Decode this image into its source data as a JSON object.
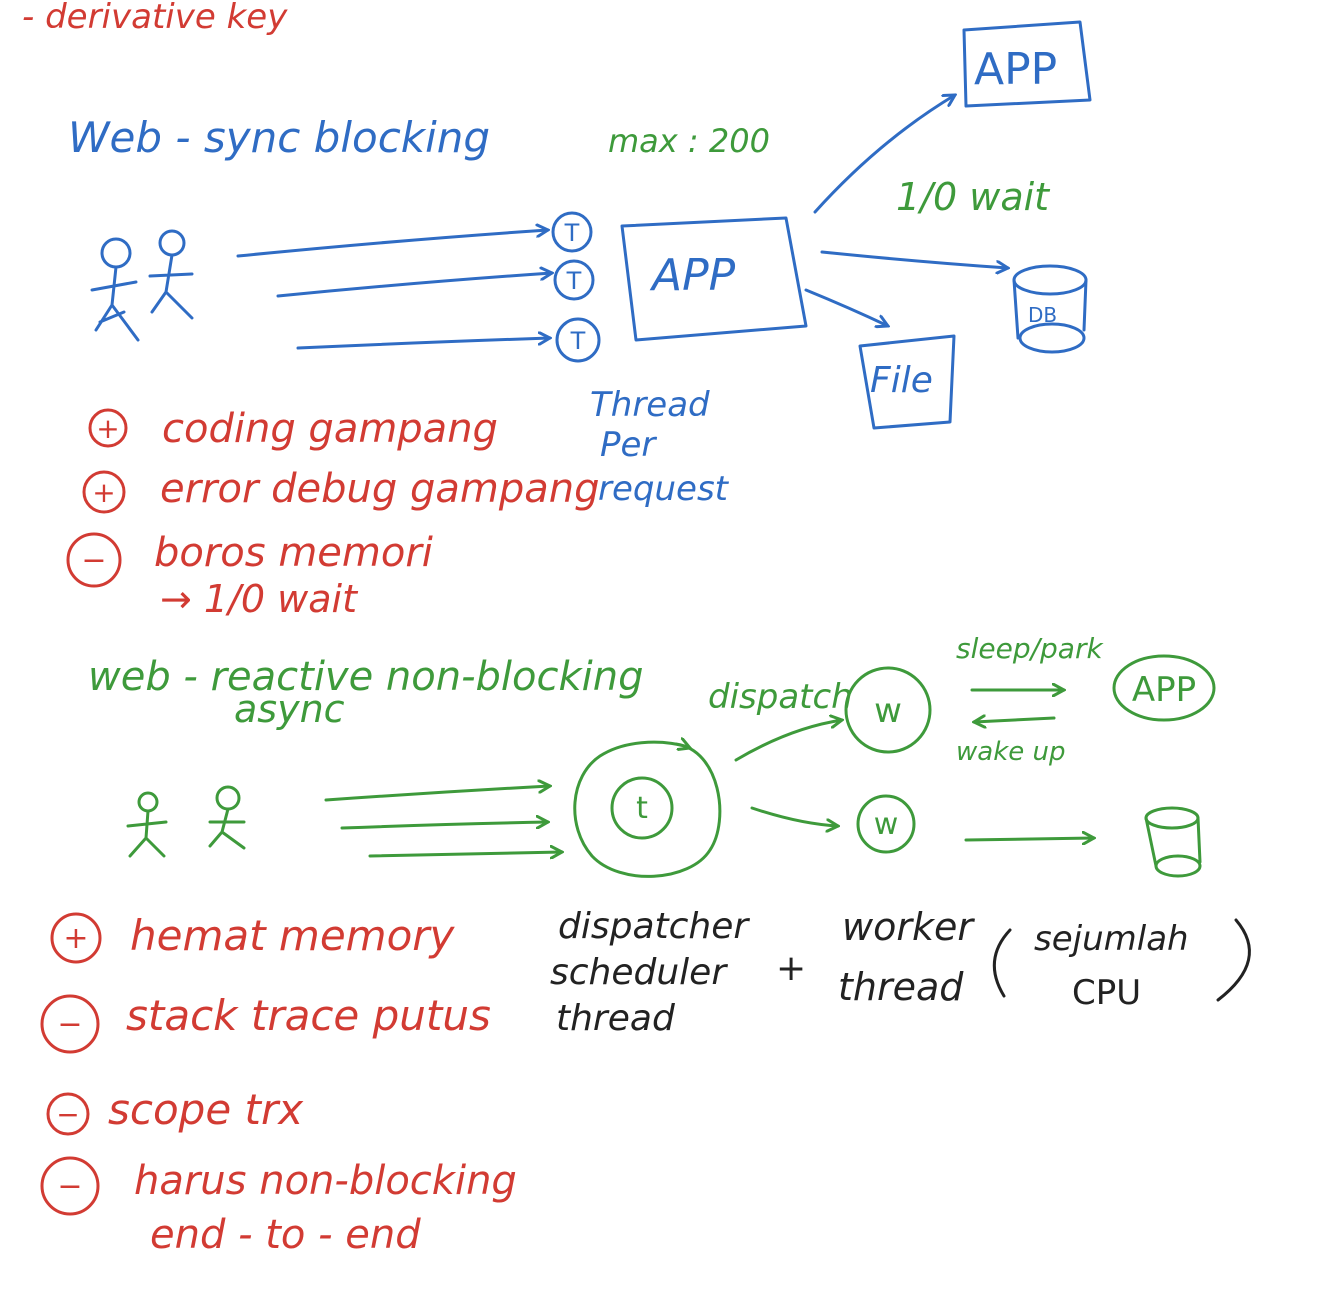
{
  "header": {
    "note": "- derivative key"
  },
  "sync": {
    "title": "Web - sync blocking",
    "max_label": "max : 200",
    "thread_label": "T",
    "app_main": "APP",
    "app_remote": "APP",
    "io_wait": "1/0 wait",
    "db": "DB",
    "file": "File",
    "thread_per_request": [
      "Thread",
      "Per",
      "request"
    ],
    "pros_cons": [
      {
        "sign": "+",
        "text": "coding gampang"
      },
      {
        "sign": "+",
        "text": "error debug gampang"
      },
      {
        "sign": "−",
        "text": "boros memori"
      }
    ],
    "boros_sub": "→ 1/0 wait"
  },
  "reactive": {
    "title_line1": "web - reactive non-blocking",
    "title_line2": "async",
    "dispatch": "dispatch",
    "sleep_park": "sleep/park",
    "wake_up": "wake up",
    "worker_label": "w",
    "dispatcher_label": "t",
    "app": "APP",
    "dispatcher_text": [
      "dispatcher",
      "scheduler",
      "thread"
    ],
    "plus": "+",
    "worker_text": [
      "worker",
      "thread"
    ],
    "cpu_text": [
      "sejumlah",
      "CPU"
    ],
    "pros_cons": [
      {
        "sign": "+",
        "text": "hemat memory"
      },
      {
        "sign": "−",
        "text": "stack trace putus"
      },
      {
        "sign": "−",
        "text": "scope trx"
      },
      {
        "sign": "−",
        "text": "harus non-blocking"
      }
    ],
    "end_to_end": "end - to - end"
  },
  "colors": {
    "blue": "#2f6cc4",
    "green": "#3e9a3b",
    "red": "#d23b33",
    "black": "#222222"
  }
}
